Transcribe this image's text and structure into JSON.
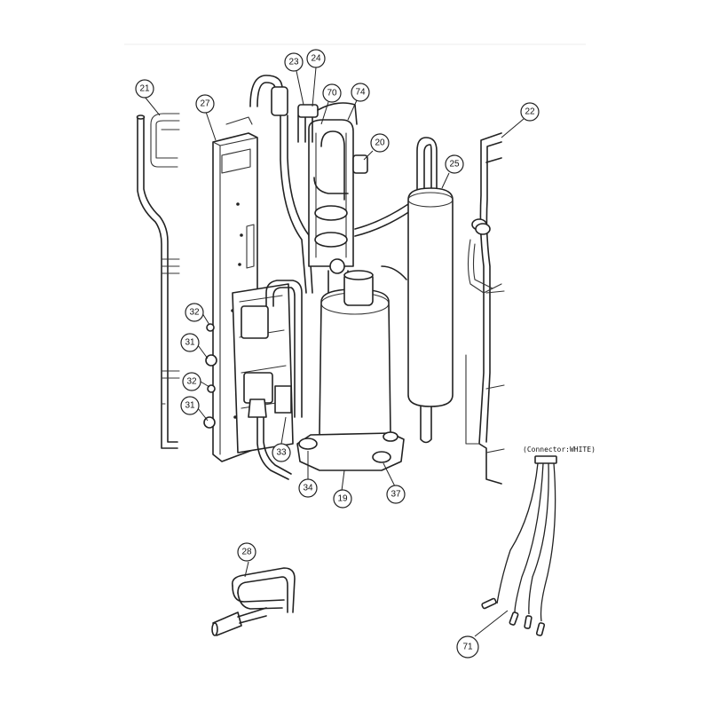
{
  "callouts": {
    "c19": "19",
    "c20": "20",
    "c21": "21",
    "c22": "22",
    "c23": "23",
    "c24": "24",
    "c25": "25",
    "c27": "27",
    "c28": "28",
    "c31a": "31",
    "c31b": "31",
    "c32a": "32",
    "c32b": "32",
    "c33": "33",
    "c34": "34",
    "c37": "37",
    "c70": "70",
    "c71": "71",
    "c74": "74"
  },
  "connector_note": "(Connector:WHITE)"
}
